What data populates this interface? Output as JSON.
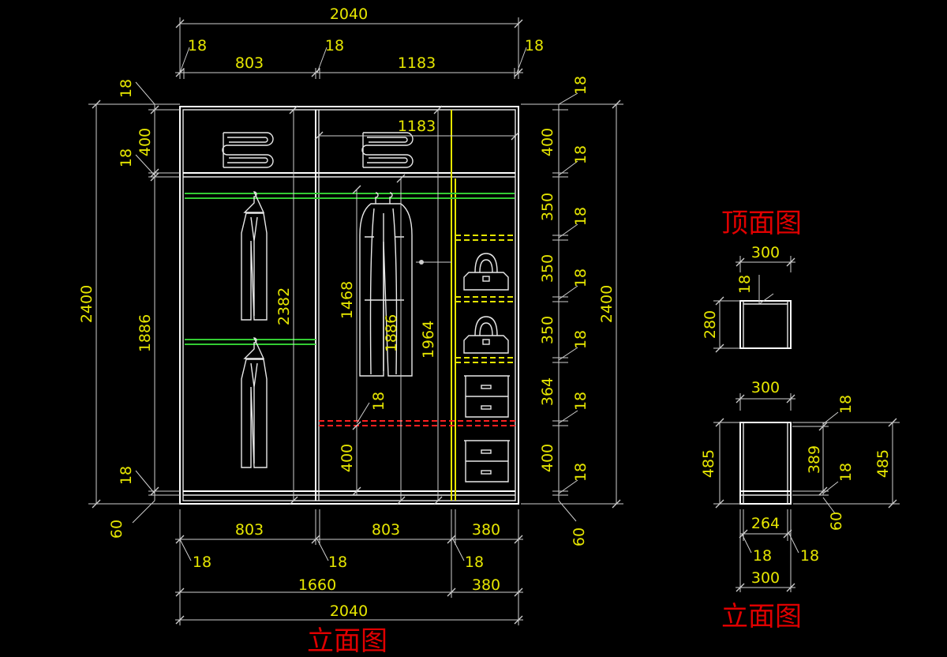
{
  "colors": {
    "background": "#000000",
    "dimension_text": "#e6e600",
    "outline": "#ffffff",
    "hanging_rod": "#33cc33",
    "red_line": "#ff2020",
    "title": "#e00000"
  },
  "titles": {
    "front_elevation": "立面图",
    "top_view": "顶面图",
    "side_elevation": "立面图"
  },
  "front": {
    "top": {
      "overall": "2040",
      "board_left": "18",
      "width_left": "803",
      "board_mid": "18",
      "width_right": "1183",
      "board_right": "18"
    },
    "left": {
      "overall": "2400",
      "top_board_a": "18",
      "top_space": "400",
      "top_board_b": "18",
      "main_space": "1886",
      "bottom_board": "18",
      "plinth": "60"
    },
    "inner": {
      "top_span": "1183",
      "left_clear": "2382",
      "garment_height": "1468",
      "mid_clear": "1886",
      "right_clear": "1964",
      "rail_board": "18",
      "bottom_space": "400"
    },
    "right": {
      "b1": "18",
      "s1": "400",
      "b2": "18",
      "s2": "350",
      "b3": "18",
      "s3": "350",
      "b4": "18",
      "s4": "350",
      "b5": "18",
      "s5": "364",
      "b6": "18",
      "s6": "400",
      "b7": "18",
      "plinth": "60",
      "overall": "2400"
    },
    "bottom": {
      "w1": "803",
      "w2": "803",
      "w3": "380",
      "b1": "18",
      "b2": "18",
      "b3": "18",
      "sum_left": "1660",
      "sum_right": "380",
      "overall": "2040"
    }
  },
  "top_view": {
    "width": "300",
    "depth": "280",
    "board": "18"
  },
  "side_view": {
    "top_width": "300",
    "left_height": "485",
    "inner_height": "389",
    "right_height": "485",
    "board_top": "18",
    "board_bottom": "18",
    "plinth": "60",
    "inner_width": "264",
    "board_left": "18",
    "board_right": "18",
    "bottom_width": "300"
  },
  "icons": [
    "folded-towel-icon",
    "coat-on-hanger-icon",
    "handbag-icon",
    "storage-box-icon"
  ]
}
